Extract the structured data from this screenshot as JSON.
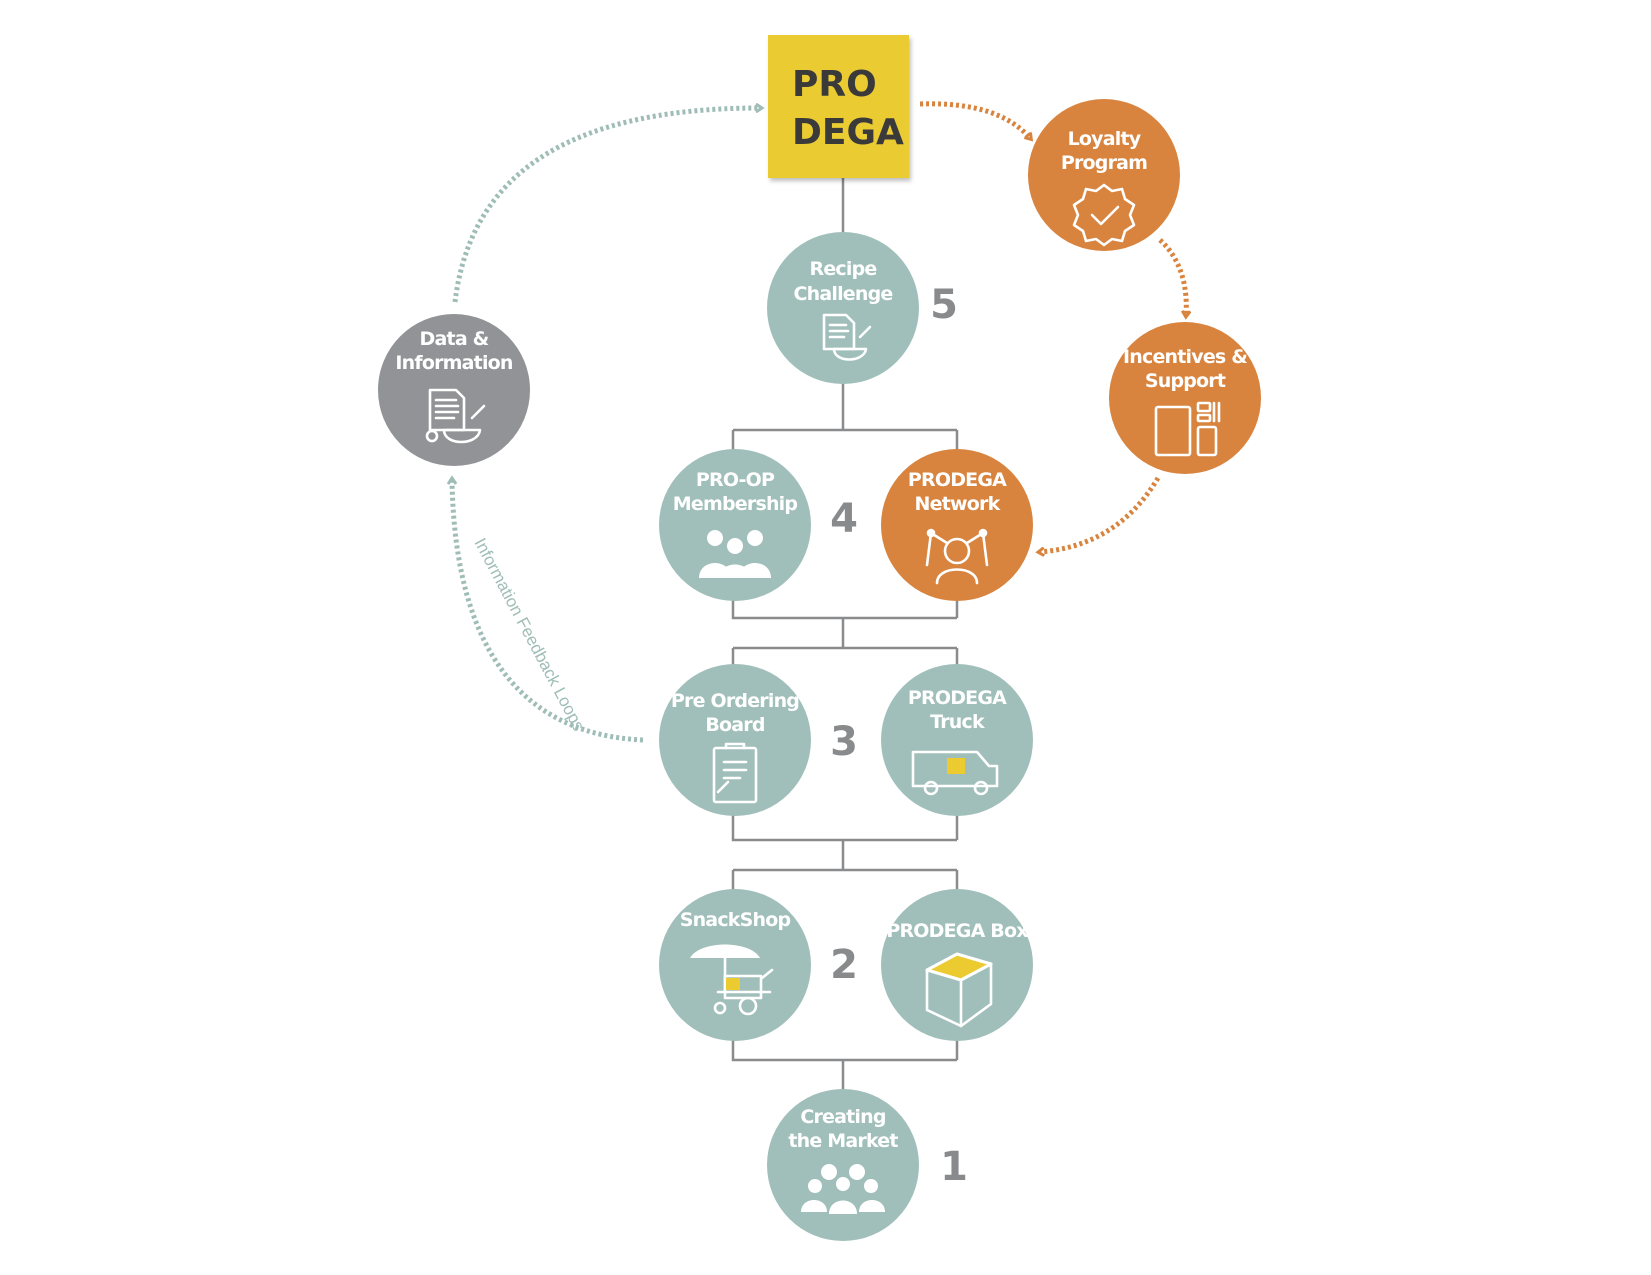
{
  "brand": {
    "line1": "PRO",
    "line2": "DEGA"
  },
  "colors": {
    "teal": "#a0bfba",
    "orange": "#d8843f",
    "gray": "#919396",
    "yellow": "#ebcb30",
    "connector": "#898b8d",
    "loop_teal": "#9fbdb6",
    "loop_orange": "#d8843f"
  },
  "levels": [
    "5",
    "4",
    "3",
    "2",
    "1"
  ],
  "nodes": {
    "recipe_challenge": {
      "line1": "Recipe",
      "line2": "Challenge",
      "icon": "recipe-icon"
    },
    "pro_op_membership": {
      "line1": "PRO-OP",
      "line2": "Membership",
      "icon": "group-icon"
    },
    "prodega_network": {
      "line1": "PRODEGA",
      "line2": "Network",
      "icon": "network-icon"
    },
    "pre_ordering_board": {
      "line1": "Pre Ordering",
      "line2": "Board",
      "icon": "clipboard-icon"
    },
    "prodega_truck": {
      "line1": "PRODEGA",
      "line2": "Truck",
      "icon": "truck-icon"
    },
    "snackshop": {
      "line1": "SnackShop",
      "icon": "food-cart-icon"
    },
    "prodega_box": {
      "line1": "PRODEGA Box",
      "icon": "box-icon"
    },
    "creating_market": {
      "line1": "Creating",
      "line2": "the Market",
      "icon": "community-icon"
    },
    "data_information": {
      "line1": "Data &",
      "line2": "Information",
      "icon": "data-icon"
    },
    "loyalty_program": {
      "line1": "Loyalty",
      "line2": "Program",
      "icon": "badge-check-icon"
    },
    "incentives_support": {
      "line1": "Incentives &",
      "line2": "Support",
      "icon": "devices-icon"
    }
  },
  "loop_label": "Information Feedback Loops"
}
